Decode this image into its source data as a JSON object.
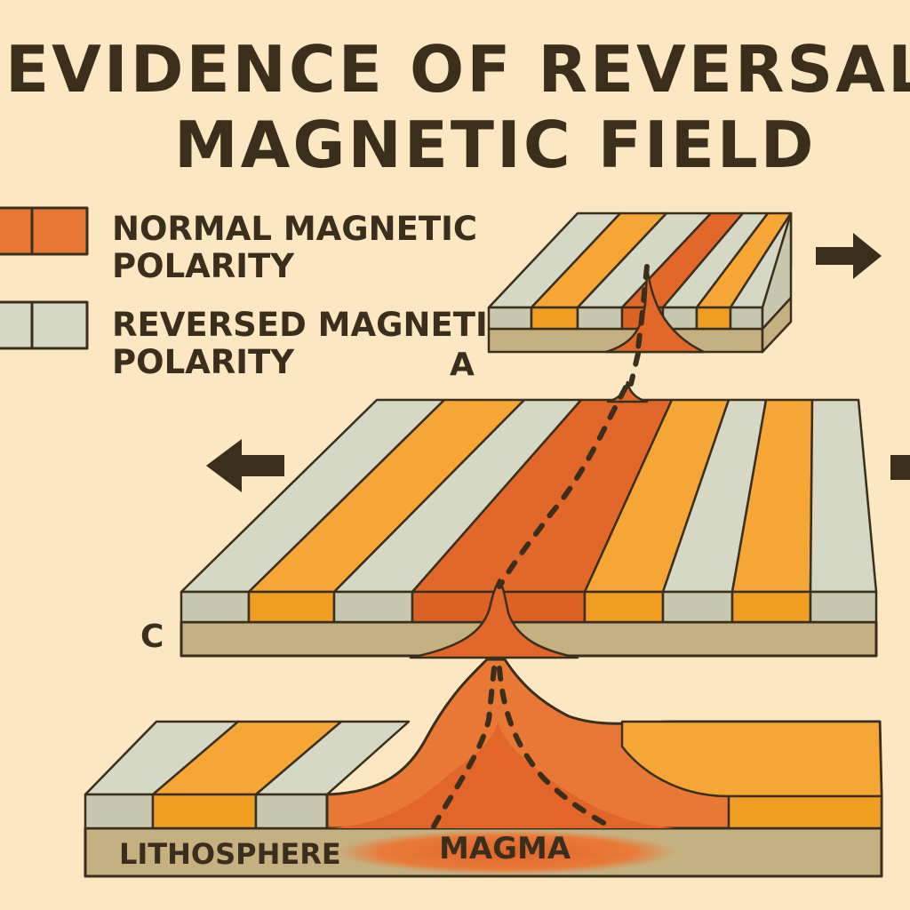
{
  "title": {
    "line1": "EVIDENCE OF REVERSAL OF",
    "line2": "MAGNETIC FIELD"
  },
  "legend": {
    "normal": {
      "label1": "NORMAL MAGNETIC",
      "label2": "POLARITY"
    },
    "reversed": {
      "label1": "REVERSED MAGNETIC",
      "label2": "POLARITY"
    }
  },
  "labels": {
    "a": "A",
    "c": "C",
    "lithosphere": "LITHOSPHERE",
    "magma": "MAGMA"
  },
  "colors": {
    "background": "#fbe7c2",
    "outline": "#3a2e1c",
    "normal": "#f5a634",
    "normal_side": "#ef9e22",
    "reversed": "#d5d8c4",
    "reversed_side": "#c8c8b0",
    "ridge": "#e2682a",
    "ridge_side": "#dc6224",
    "magma": "#e2652a",
    "lithosphere": "#c5b081",
    "legend_normal": "#e97834",
    "legend_reversed": "#d5d8c4"
  }
}
